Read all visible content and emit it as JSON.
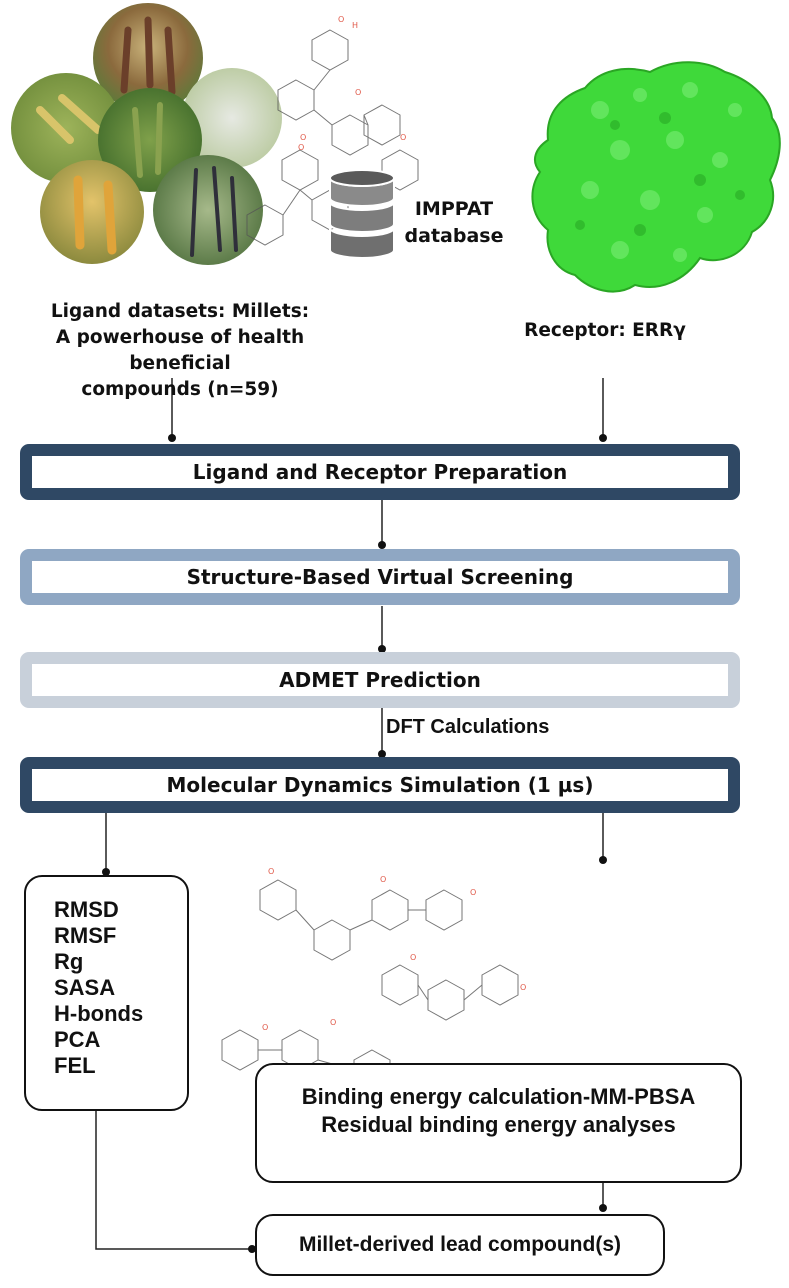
{
  "ligands": {
    "caption_lines": [
      "Ligand datasets: Millets:",
      "A powerhouse of health beneficial",
      "compounds (n=59)"
    ]
  },
  "database": {
    "label_lines": [
      "IMPPAT",
      "database"
    ]
  },
  "receptor": {
    "caption": "Receptor: ERRγ"
  },
  "steps": {
    "preparation": "Ligand and Receptor Preparation",
    "screening": "Structure-Based Virtual Screening",
    "admet": "ADMET Prediction",
    "dft": "DFT Calculations",
    "md": "Molecular Dynamics Simulation (1 µs)"
  },
  "analysis": {
    "metrics": [
      "RMSD",
      "RMSF",
      "Rg",
      "SASA",
      "H-bonds",
      "PCA",
      "FEL"
    ]
  },
  "binding": {
    "lines": [
      "Binding energy calculation-MM-PBSA",
      "Residual binding energy analyses"
    ]
  },
  "lead": {
    "label": "Millet-derived lead compound(s)"
  },
  "colors": {
    "dark_navy": "#2f4864",
    "mid_blue": "#8fa7c3",
    "light_gray": "#c8d0da",
    "protein_green": "#3fd93a",
    "db_gray": "#8a8a8a"
  }
}
